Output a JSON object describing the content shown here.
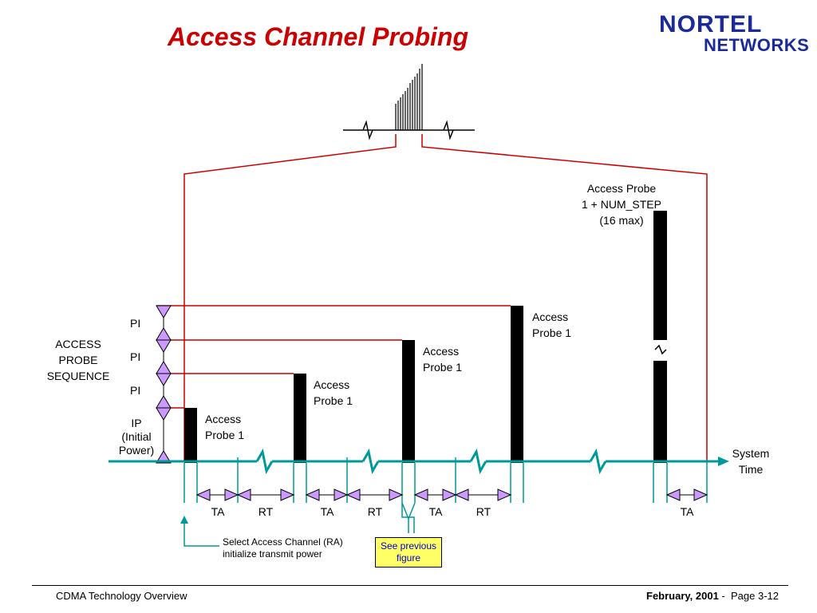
{
  "title": "Access Channel Probing",
  "logo": {
    "line1": "NORTEL",
    "line2": "NETWORKS",
    "tm": "™"
  },
  "colors": {
    "title": "#cc0000",
    "logo": "#1a2a9a",
    "red_lines": "#cc0000",
    "time_axis": "#009999",
    "pi_triangles": "#cc99ff",
    "note_bg": "#ffff66"
  },
  "sequence_label": [
    "ACCESS",
    "PROBE",
    "SEQUENCE"
  ],
  "pi_labels": [
    "PI",
    "PI",
    "PI"
  ],
  "ip_label": [
    "IP",
    "(Initial",
    "Power)"
  ],
  "probes": [
    {
      "line1": "Access",
      "line2": "Probe 1"
    },
    {
      "line1": "Access",
      "line2": "Probe 1"
    },
    {
      "line1": "Access",
      "line2": "Probe 1"
    },
    {
      "line1": "Access",
      "line2": "Probe 1"
    }
  ],
  "last_probe": {
    "line1": "Access Probe",
    "line2": "1 + NUM_STEP",
    "line3": "(16 max)"
  },
  "system_time": [
    "System",
    "Time"
  ],
  "intervals": [
    "TA",
    "RT",
    "TA",
    "RT",
    "TA",
    "RT",
    "TA"
  ],
  "select_note": [
    "Select Access Channel (RA)",
    "initialize transmit power"
  ],
  "see_previous": [
    "See previous",
    "figure"
  ],
  "footer": {
    "left": "CDMA Technology Overview",
    "date": "February, 2001",
    "sep": " -  ",
    "page": "Page 3-12"
  }
}
